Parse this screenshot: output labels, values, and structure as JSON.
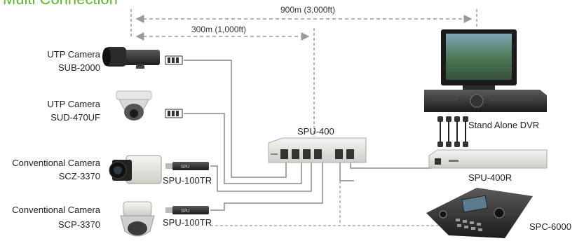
{
  "title": "Multi Connection",
  "distances": {
    "long": "900m (3,000ft)",
    "short": "300m (1,000ft)"
  },
  "cameras": [
    {
      "type": "UTP Camera",
      "model": "SUB-2000"
    },
    {
      "type": "UTP Camera",
      "model": "SUD-470UF"
    },
    {
      "type": "Conventional Camera",
      "model": "SCZ-3370"
    },
    {
      "type": "Conventional Camera",
      "model": "SCP-3370"
    }
  ],
  "transceivers": [
    "SPU-100TR",
    "SPU-100TR"
  ],
  "devices": {
    "hub": "SPU-400",
    "receiver": "SPU-400R",
    "dvr": "Stand Alone DVR",
    "controller": "SPC-6000"
  },
  "colors": {
    "title": "#5cb531",
    "cable": "#8a8a8a",
    "dashed": "#9a9a9a"
  }
}
